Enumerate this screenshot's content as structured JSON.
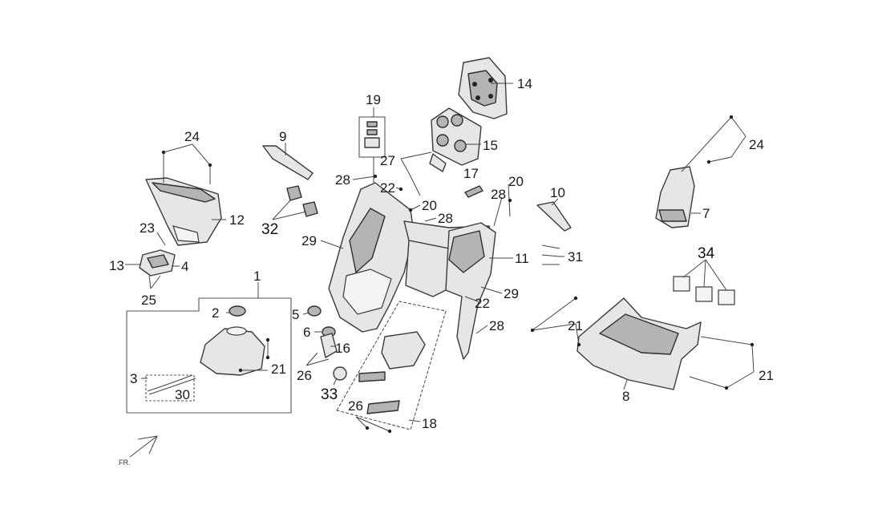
{
  "labels": {
    "l1": "1",
    "l2": "2",
    "l3": "3",
    "l4": "4",
    "l5": "5",
    "l6": "6",
    "l7": "7",
    "l8": "8",
    "l9": "9",
    "l10": "10",
    "l11": "11",
    "l12": "12",
    "l13": "13",
    "l14": "14",
    "l15": "15",
    "l16": "16",
    "l17": "17",
    "l18": "18",
    "l19": "19",
    "l20a": "20",
    "l20b": "20",
    "l21a": "21",
    "l21b": "21",
    "l21c": "21",
    "l22a": "22",
    "l22b": "22",
    "l23": "23",
    "l24a": "24",
    "l24b": "24",
    "l25": "25",
    "l26a": "26",
    "l26b": "26",
    "l27": "27",
    "l28a": "28",
    "l28b": "28",
    "l28c": "28",
    "l28d": "28",
    "l29a": "29",
    "l29b": "29",
    "l30": "30",
    "l31": "31",
    "l32": "32",
    "l33": "33",
    "l34": "34"
  },
  "front_marker": {
    "text": "FR."
  }
}
